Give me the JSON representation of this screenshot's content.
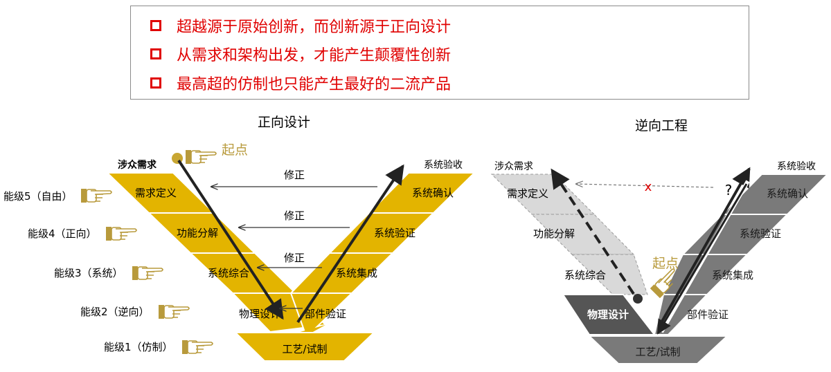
{
  "banner": {
    "items": [
      "超越源于原始创新，而创新源于正向设计",
      "从需求和架构出发，才能产生颠覆性创新",
      "最高超的仿制也只能产生最好的二流产品"
    ]
  },
  "forward": {
    "title": "正向设计",
    "top_left": "涉众需求",
    "top_right": "系统验收",
    "start_label": "起点",
    "left_levels": [
      "需求定义",
      "功能分解",
      "系统综合",
      "物理设计"
    ],
    "right_levels": [
      "系统确认",
      "系统验证",
      "系统集成",
      "部件验证"
    ],
    "bottom": "工艺/试制",
    "feedback_label": "修正",
    "feedback_labels": [
      "修正",
      "修正",
      "修正"
    ]
  },
  "capability_levels": [
    "能级5（自由）",
    "能级4（正向）",
    "能级3（系统）",
    "能级2（逆向）",
    "能级1（仿制）"
  ],
  "reverse": {
    "title": "逆向工程",
    "top_left": "涉众需求",
    "top_right": "系统验收",
    "start_label": "起点",
    "left_levels": [
      "需求定义",
      "功能分解",
      "系统综合",
      "物理设计"
    ],
    "right_levels": [
      "系统确认",
      "系统验证",
      "系统集成",
      "部件验证"
    ],
    "bottom": "工艺/试制",
    "question_mark": "?",
    "cross_mark": "x"
  },
  "colors": {
    "accent_red": "#e00000",
    "gold": "#e3b400",
    "gray_dark": "#7a7a7a",
    "gray_light": "#d9d9d9",
    "gray_darkest": "#555555",
    "arrow": "#222222",
    "text": "#000000",
    "hand_gold": "#b89a3c"
  }
}
